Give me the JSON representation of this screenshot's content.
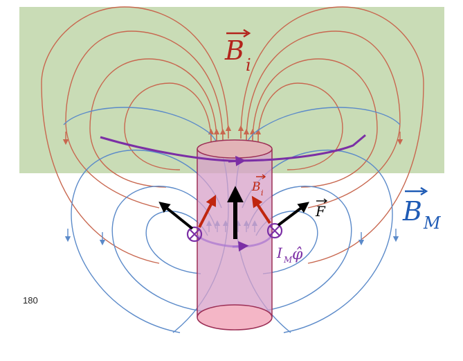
{
  "labels": {
    "induced_field": "B",
    "induced_field_sub": "i",
    "magnet_field": "B",
    "magnet_field_sub": "M",
    "induced_small": "B",
    "induced_small_sub": "i",
    "force": "F",
    "current": "I",
    "current_sub": "M",
    "current_phi": "φ̂",
    "page_number": "180"
  },
  "colors": {
    "induced_field_lines": "#c8674f",
    "magnet_field_lines": "#5b8ac9",
    "ring_current": "#7b2fa5",
    "region_fill": "#c9dcb6",
    "magnet_body": "#d7a0c8",
    "magnet_edge": "#9b2d54",
    "force_arrow": "#000000",
    "induced_arrow": "#c0260f",
    "induced_label": "#b3241c",
    "magnet_label": "#1f5bb5"
  },
  "icons": [
    "current-into-page-icon",
    "upward-arrow-icon"
  ]
}
